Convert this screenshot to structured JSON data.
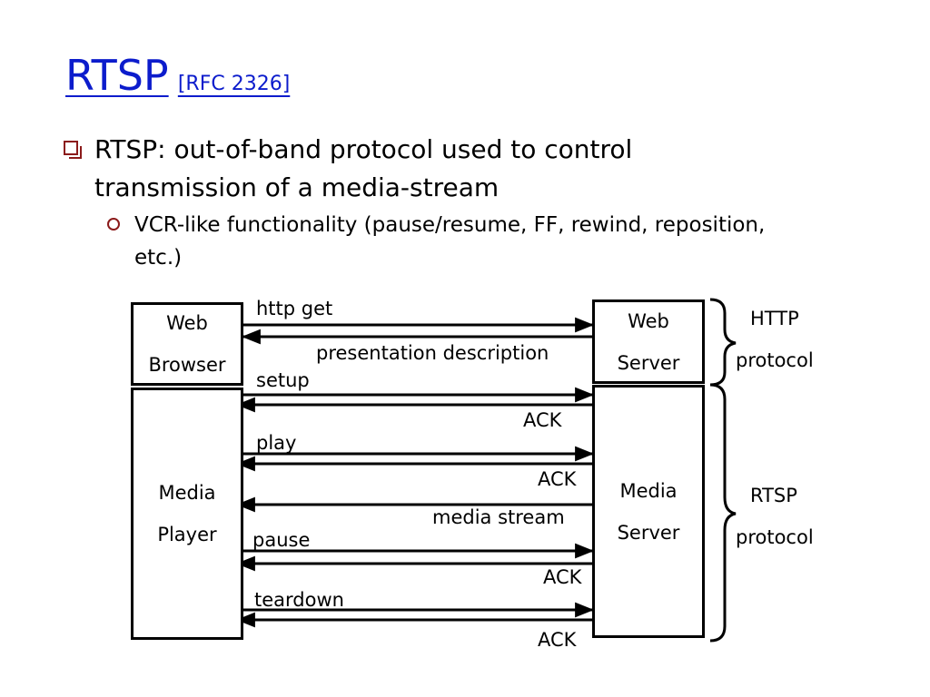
{
  "title": {
    "main": "RTSP",
    "ref": "[RFC 2326]"
  },
  "bullets": {
    "level1": "RTSP: out-of-band protocol used to control transmission of a media-stream",
    "level2": "VCR-like functionality (pause/resume, FF,  rewind, reposition, etc.)"
  },
  "nodes": {
    "web_browser": [
      "Web",
      "Browser"
    ],
    "web_server": [
      "Web",
      "Server"
    ],
    "media_player": [
      "Media",
      "Player"
    ],
    "media_server": [
      "Media",
      "Server"
    ]
  },
  "messages": {
    "http_get": "http get",
    "presentation_description": "presentation description",
    "setup": "setup",
    "ack1": "ACK",
    "play": "play",
    "ack2": "ACK",
    "media_stream": "media stream",
    "pause": "pause",
    "ack3": "ACK",
    "teardown": "teardown",
    "ack4": "ACK"
  },
  "braces": {
    "http": [
      "HTTP",
      "protocol"
    ],
    "rtsp": [
      "RTSP",
      "protocol"
    ]
  },
  "colors": {
    "title": "#0c1ccc",
    "bullet_marker": "#8b1a1a",
    "lines": "#000000"
  }
}
